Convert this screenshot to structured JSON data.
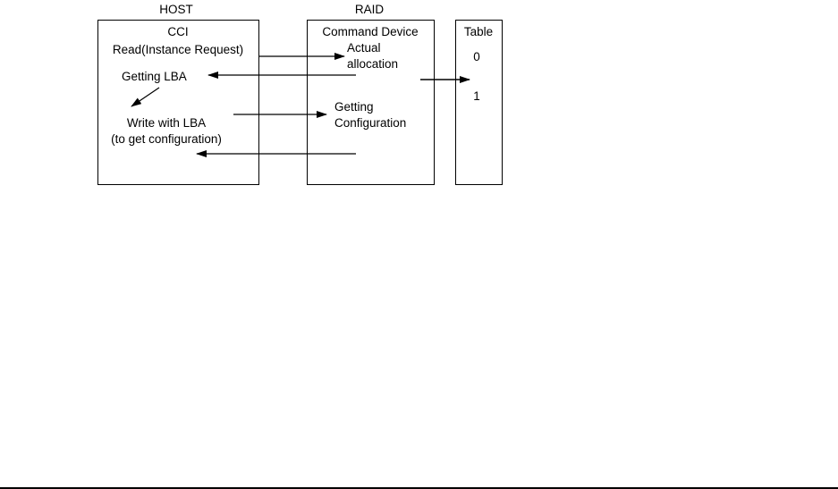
{
  "diagram": {
    "host_heading": "HOST",
    "raid_heading": "RAID",
    "host_box": {
      "title": "CCI",
      "read_label": "Read(Instance Request)",
      "getting_lba_label": "Getting LBA",
      "write_label_line1": "Write with LBA",
      "write_label_line2": "(to get configuration)"
    },
    "raid_box": {
      "title": "Command Device",
      "actual_line1": "Actual",
      "actual_line2": "allocation",
      "getting_line1": "Getting",
      "getting_line2": "Configuration"
    },
    "table_box": {
      "title": "Table",
      "entries": [
        "0",
        "1"
      ]
    }
  }
}
